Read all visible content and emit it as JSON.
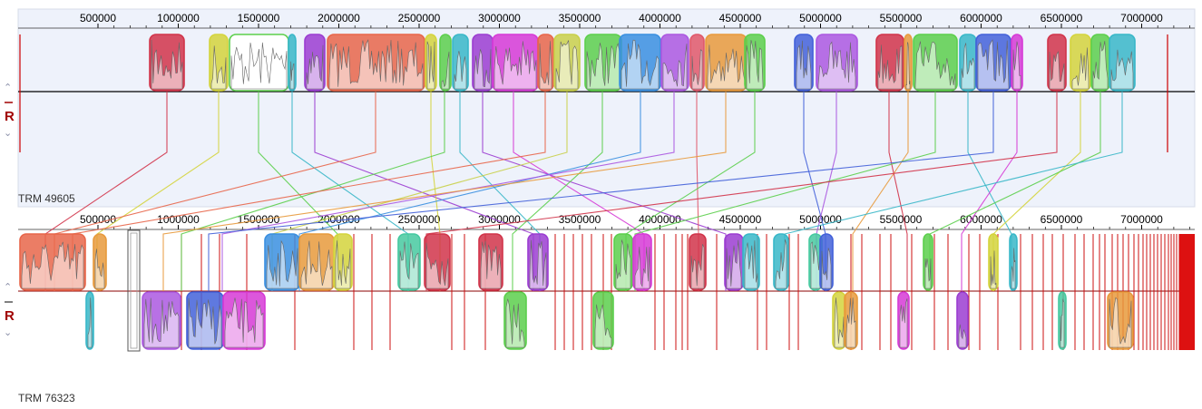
{
  "genomes": [
    {
      "name": "TRM 49605",
      "ruler": [
        "500000",
        "1000000",
        "1500000",
        "2000000",
        "2500000",
        "3000000",
        "3500000",
        "4000000",
        "4500000",
        "5000000",
        "5500000",
        "6000000",
        "6500000",
        "7000000"
      ]
    },
    {
      "name": "TRM 76323",
      "ruler": [
        "500000",
        "1000000",
        "1500000",
        "2000000",
        "2500000",
        "3000000",
        "3500000",
        "4000000",
        "4500000",
        "5000000",
        "5500000",
        "6000000",
        "6500000",
        "7000000"
      ]
    }
  ],
  "controls": {
    "up_glyph": "⌃",
    "down_glyph": "⌄",
    "reference_label": "R"
  },
  "colors": {
    "panel_top": "#eef2fb",
    "panel_bottom": "#ffffff",
    "boundary": "#cc0000",
    "palette": [
      "#d1344a",
      "#d4d43c",
      "#5ccf4c",
      "#38b7c8",
      "#9b3dd1",
      "#e8664a",
      "#3a8fe0",
      "#d63ad6",
      "#e89a3c",
      "#46c9a0",
      "#4361d9",
      "#ab58e0",
      "#e0586a",
      "#c9d04a",
      "#44b0c8",
      "#8c48e0"
    ]
  }
}
